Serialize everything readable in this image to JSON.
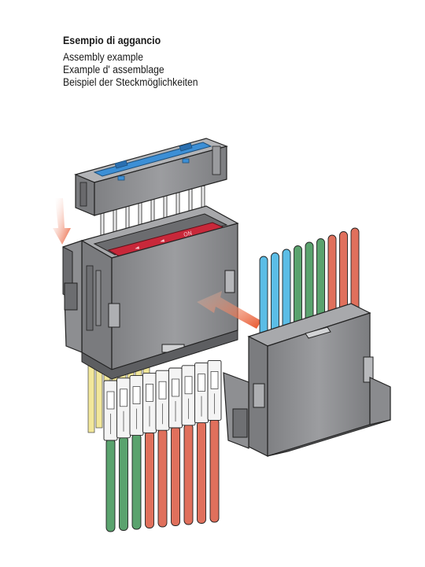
{
  "captions": {
    "title": "Esempio di aggancio",
    "lines": [
      "Assembly example",
      "Example d' assemblage",
      "Beispiel der Steckmöglichkeiten"
    ]
  },
  "colors": {
    "blue": "#5bbde6",
    "green": "#5aa36e",
    "red": "#e0705c",
    "yellow": "#f2e79a",
    "housing": "#8f9093",
    "housing_dark": "#6e6f72",
    "housing_light": "#a9aaad",
    "red_strip": "#c8283a",
    "blue_strip": "#3c8fd6",
    "arrow": "#e8532a",
    "contact": "#f4f4f4"
  },
  "wire_groups": {
    "right_connector": [
      "blue",
      "blue",
      "blue",
      "green",
      "green",
      "green",
      "red",
      "red",
      "red"
    ],
    "bottom_connector": [
      "green",
      "green",
      "green",
      "red",
      "red",
      "red",
      "red",
      "red",
      "red"
    ]
  }
}
